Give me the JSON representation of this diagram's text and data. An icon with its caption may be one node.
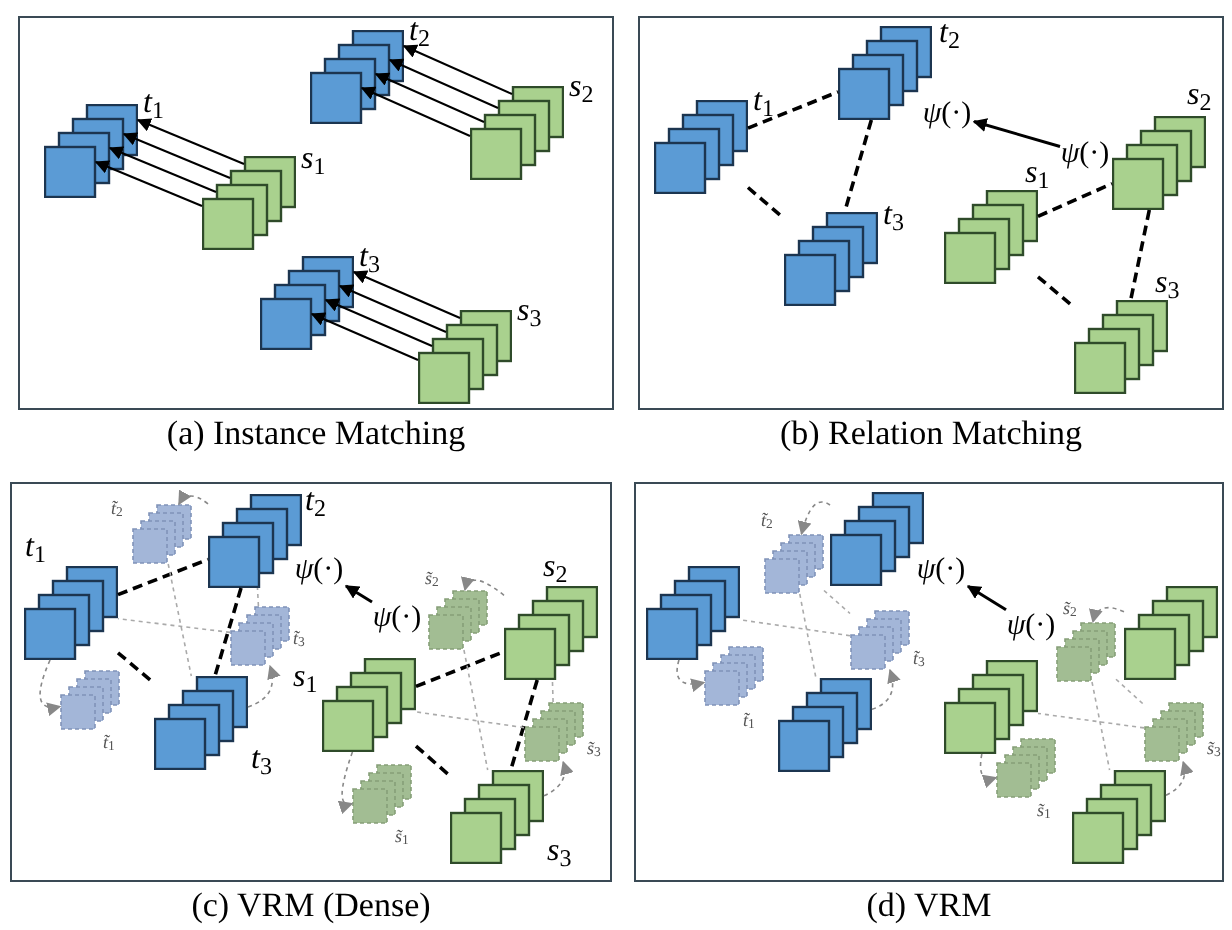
{
  "diagram": {
    "nodes": [
      {
        "text": [],
        "shape": "box",
        "beside": [
          "(a) Instance Matching"
        ]
      },
      {
        "text": [],
        "shape": "box",
        "in": 0,
        "beside": [
          "*t*$_{1}$"
        ]
      },
      {
        "text": [],
        "shape": "box",
        "in": 0,
        "beside": [
          "*s*$_{1}$"
        ]
      },
      {
        "text": [],
        "shape": "box",
        "in": 0,
        "beside": [
          "*t*$_{2}$"
        ]
      },
      {
        "text": [],
        "shape": "box",
        "in": 0,
        "beside": [
          "*s*$_{2}$"
        ]
      },
      {
        "text": [],
        "shape": "box",
        "in": 0,
        "beside": [
          "*t*$_{3}$"
        ]
      },
      {
        "text": [],
        "shape": "box",
        "in": 0,
        "beside": [
          "*s*$_{3}$"
        ]
      },
      {
        "text": [],
        "shape": "box",
        "beside": [
          "(b) Relation Matching"
        ]
      },
      {
        "text": [],
        "shape": "box",
        "in": 7,
        "beside": [
          "*t*$_{1}$"
        ]
      },
      {
        "text": [],
        "shape": "box",
        "in": 7,
        "beside": [
          "*t*$_{2}$"
        ]
      },
      {
        "text": [],
        "shape": "box",
        "in": 7,
        "beside": [
          "*t*$_{3}$"
        ]
      },
      {
        "text": [
          "*ψ*(·)"
        ],
        "in": 7
      },
      {
        "text": [
          "*ψ*(·)"
        ],
        "in": 7
      },
      {
        "text": [],
        "shape": "box",
        "in": 7,
        "beside": [
          "*s*$_{1}$"
        ]
      },
      {
        "text": [],
        "shape": "box",
        "in": 7,
        "beside": [
          "*s*$_{2}$"
        ]
      },
      {
        "text": [],
        "shape": "box",
        "in": 7,
        "beside": [
          "*s*$_{3}$"
        ]
      },
      {
        "text": [],
        "shape": "box",
        "beside": [
          "(c) VRM (Dense)"
        ]
      },
      {
        "text": [],
        "shape": "box",
        "in": 16,
        "beside": [
          "*t*$_{1}$"
        ]
      },
      {
        "text": [],
        "shape": "box",
        "in": 16,
        "beside": [
          "*t*$_{2}$"
        ]
      },
      {
        "text": [],
        "shape": "box",
        "in": 16,
        "beside": [
          "*t*$_{3}$"
        ]
      },
      {
        "text": [],
        "shape": "box",
        "in": 16,
        "beside": [
          "*t̃*$_{1}$"
        ]
      },
      {
        "text": [],
        "shape": "box",
        "in": 16,
        "beside": [
          "*t̃*$_{2}$"
        ]
      },
      {
        "text": [],
        "shape": "box",
        "in": 16,
        "beside": [
          "*t̃*$_{3}$"
        ]
      },
      {
        "text": [
          "*ψ*(·)"
        ],
        "in": 16
      },
      {
        "text": [
          "*ψ*(·)"
        ],
        "in": 16
      },
      {
        "text": [],
        "shape": "box",
        "in": 16,
        "beside": [
          "*s*$_{1}$"
        ]
      },
      {
        "text": [],
        "shape": "box",
        "in": 16,
        "beside": [
          "*s*$_{2}$"
        ]
      },
      {
        "text": [],
        "shape": "box",
        "in": 16,
        "beside": [
          "*s*$_{3}$"
        ]
      },
      {
        "text": [],
        "shape": "box",
        "in": 16,
        "beside": [
          "*s̃*$_{1}$"
        ]
      },
      {
        "text": [],
        "shape": "box",
        "in": 16,
        "beside": [
          "*s̃*$_{2}$"
        ]
      },
      {
        "text": [],
        "shape": "box",
        "in": 16,
        "beside": [
          "*s̃*$_{3}$"
        ]
      },
      {
        "text": [],
        "shape": "box",
        "beside": [
          "(d) VRM"
        ]
      },
      {
        "text": [],
        "shape": "box",
        "in": 31
      },
      {
        "text": [],
        "shape": "box",
        "in": 31
      },
      {
        "text": [],
        "shape": "box",
        "in": 31
      },
      {
        "text": [],
        "shape": "box",
        "in": 31,
        "beside": [
          "*t̃*$_{1}$"
        ]
      },
      {
        "text": [],
        "shape": "box",
        "in": 31,
        "beside": [
          "*t̃*$_{2}$"
        ]
      },
      {
        "text": [],
        "shape": "box",
        "in": 31,
        "beside": [
          "*t̃*$_{3}$"
        ]
      },
      {
        "text": [
          "*ψ*(·)"
        ],
        "in": 31
      },
      {
        "text": [
          "*ψ*(·)"
        ],
        "in": 31
      },
      {
        "text": [],
        "shape": "box",
        "in": 31
      },
      {
        "text": [],
        "shape": "box",
        "in": 31
      },
      {
        "text": [],
        "shape": "box",
        "in": 31
      },
      {
        "text": [],
        "shape": "box",
        "in": 31,
        "beside": [
          "*s̃*$_{1}$"
        ]
      },
      {
        "text": [],
        "shape": "box",
        "in": 31,
        "beside": [
          "*s̃*$_{2}$"
        ]
      },
      {
        "text": [],
        "shape": "box",
        "in": 31,
        "beside": [
          "*s̃*$_{3}$"
        ]
      }
    ],
    "edges": [
      {
        "from": 2,
        "to": 1,
        "arrow": "to"
      },
      {
        "from": 2,
        "to": 1,
        "arrow": "to"
      },
      {
        "from": 2,
        "to": 1,
        "arrow": "to"
      },
      {
        "from": 2,
        "to": 1,
        "arrow": "to"
      },
      {
        "from": 4,
        "to": 3,
        "arrow": "to"
      },
      {
        "from": 4,
        "to": 3,
        "arrow": "to"
      },
      {
        "from": 4,
        "to": 3,
        "arrow": "to"
      },
      {
        "from": 4,
        "to": 3,
        "arrow": "to"
      },
      {
        "from": 6,
        "to": 5,
        "arrow": "to"
      },
      {
        "from": 6,
        "to": 5,
        "arrow": "to"
      },
      {
        "from": 6,
        "to": 5,
        "arrow": "to"
      },
      {
        "from": 6,
        "to": 5,
        "arrow": "to"
      },
      {
        "from": 8,
        "to": 9,
        "arrow": "none",
        "style": "dashed"
      },
      {
        "from": 8,
        "to": 10,
        "arrow": "none",
        "style": "dashed"
      },
      {
        "from": 9,
        "to": 10,
        "arrow": "none",
        "style": "dashed"
      },
      {
        "from": 13,
        "to": 14,
        "arrow": "none",
        "style": "dashed"
      },
      {
        "from": 13,
        "to": 15,
        "arrow": "none",
        "style": "dashed"
      },
      {
        "from": 14,
        "to": 15,
        "arrow": "none",
        "style": "dashed"
      },
      {
        "from": 12,
        "to": 11,
        "arrow": "to"
      },
      {
        "from": 17,
        "to": 18,
        "arrow": "none",
        "style": "dashed"
      },
      {
        "from": 17,
        "to": 19,
        "arrow": "none",
        "style": "dashed"
      },
      {
        "from": 18,
        "to": 19,
        "arrow": "none",
        "style": "dashed"
      },
      {
        "from": 22,
        "to": 17,
        "arrow": "none",
        "style": "dashed",
        "color": "#aaaaaa"
      },
      {
        "from": 21,
        "to": 19,
        "arrow": "none",
        "style": "dashed",
        "color": "#aaaaaa"
      },
      {
        "from": 22,
        "to": 18,
        "arrow": "none",
        "style": "dashed",
        "color": "#aaaaaa"
      },
      {
        "from": 17,
        "to": 20,
        "arrow": "to",
        "style": "dashed",
        "color": "#888888"
      },
      {
        "from": 18,
        "to": 21,
        "arrow": "to",
        "style": "dashed",
        "color": "#888888"
      },
      {
        "from": 19,
        "to": 22,
        "arrow": "to",
        "style": "dashed",
        "color": "#888888"
      },
      {
        "from": 25,
        "to": 26,
        "arrow": "none",
        "style": "dashed"
      },
      {
        "from": 25,
        "to": 27,
        "arrow": "none",
        "style": "dashed"
      },
      {
        "from": 26,
        "to": 27,
        "arrow": "none",
        "style": "dashed"
      },
      {
        "from": 30,
        "to": 25,
        "arrow": "none",
        "style": "dashed",
        "color": "#aaaaaa"
      },
      {
        "from": 29,
        "to": 27,
        "arrow": "none",
        "style": "dashed",
        "color": "#aaaaaa"
      },
      {
        "from": 30,
        "to": 26,
        "arrow": "none",
        "style": "dashed",
        "color": "#aaaaaa"
      },
      {
        "from": 25,
        "to": 28,
        "arrow": "to",
        "style": "dashed",
        "color": "#888888"
      },
      {
        "from": 26,
        "to": 29,
        "arrow": "to",
        "style": "dashed",
        "color": "#888888"
      },
      {
        "from": 27,
        "to": 30,
        "arrow": "to",
        "style": "dashed",
        "color": "#888888"
      },
      {
        "from": 24,
        "to": 23,
        "arrow": "to"
      },
      {
        "from": 37,
        "to": 32,
        "arrow": "none",
        "style": "dashed",
        "color": "#aaaaaa"
      },
      {
        "from": 36,
        "to": 34,
        "arrow": "none",
        "style": "dashed",
        "color": "#aaaaaa"
      },
      {
        "from": 36,
        "to": 37,
        "arrow": "none",
        "style": "dashed",
        "color": "#aaaaaa"
      },
      {
        "from": 32,
        "to": 35,
        "arrow": "to",
        "style": "dashed",
        "color": "#888888"
      },
      {
        "from": 33,
        "to": 36,
        "arrow": "to",
        "style": "dashed",
        "color": "#888888"
      },
      {
        "from": 34,
        "to": 37,
        "arrow": "to",
        "style": "dashed",
        "color": "#888888"
      },
      {
        "from": 45,
        "to": 40,
        "arrow": "none",
        "style": "dashed",
        "color": "#aaaaaa"
      },
      {
        "from": 44,
        "to": 42,
        "arrow": "none",
        "style": "dashed",
        "color": "#aaaaaa"
      },
      {
        "from": 44,
        "to": 45,
        "arrow": "none",
        "style": "dashed",
        "color": "#aaaaaa"
      },
      {
        "from": 40,
        "to": 43,
        "arrow": "to",
        "style": "dashed",
        "color": "#888888"
      },
      {
        "from": 41,
        "to": 44,
        "arrow": "to",
        "style": "dashed",
        "color": "#888888"
      },
      {
        "from": 42,
        "to": 45,
        "arrow": "to",
        "style": "dashed",
        "color": "#888888"
      },
      {
        "from": 39,
        "to": 38,
        "arrow": "to"
      }
    ]
  }
}
